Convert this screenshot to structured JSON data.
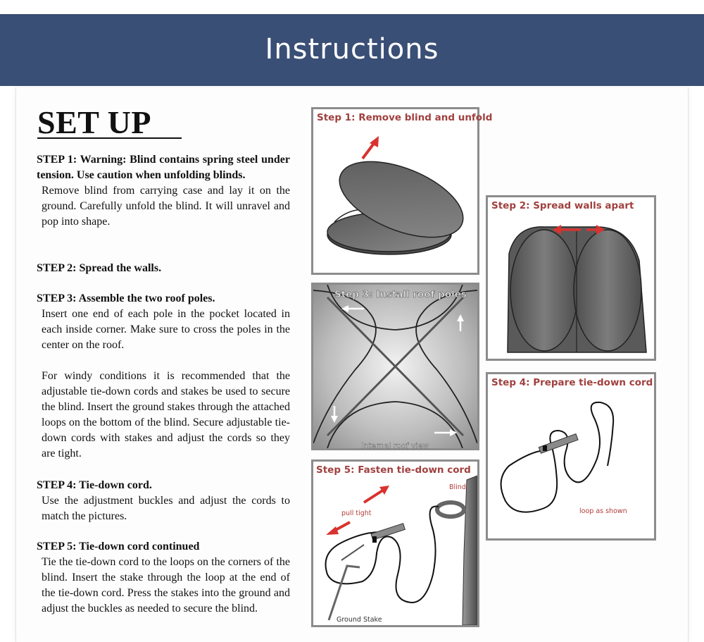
{
  "header": {
    "title": "Instructions"
  },
  "setup": {
    "title": "SET UP",
    "steps": [
      {
        "heading": "STEP 1: Warning: Blind contains spring steel under tension. Use caution when unfolding blinds.",
        "body": "Remove blind from carrying case and lay it on the ground. Carefully unfold the blind. It will unravel and pop into shape."
      },
      {
        "heading": "STEP 2: Spread the walls.",
        "body": ""
      },
      {
        "heading": "STEP 3: Assemble the two roof poles.",
        "body": "Insert one end of each pole in the pocket located in each inside corner. Make sure to cross the poles in the center on the roof.",
        "body2": "For windy conditions it is recommended that the adjustable tie-down cords and stakes be used to secure the blind. Insert the ground stakes through the attached loops on the bottom of the blind. Secure adjustable tie-down cords with stakes and adjust the cords so they are tight."
      },
      {
        "heading": "STEP 4: Tie-down cord.",
        "body": "Use the adjustment buckles and adjust the cords to match the pictures."
      },
      {
        "heading": "STEP 5: Tie-down cord continued",
        "body": "Tie the tie-down cord to the loops on the corners of the blind. Insert the stake through the loop at the end of the tie-down cord. Press the stakes into the ground and adjust the buckles as needed to secure the blind."
      }
    ]
  },
  "figures": {
    "fig1": {
      "caption": "Step 1: Remove blind and unfold"
    },
    "fig2": {
      "caption": "Step 2: Spread walls apart"
    },
    "fig3": {
      "caption": "Step 3: Install roof poles",
      "note": "Internal roof view"
    },
    "fig4": {
      "caption": "Step 4: Prepare tie-down cord",
      "note": "loop as shown"
    },
    "fig5": {
      "caption": "Step 5: Fasten tie-down cord",
      "label_blind": "Blind",
      "label_pull": "pull tight",
      "label_stake": "Ground Stake"
    }
  },
  "colors": {
    "header_bg": "#3a4f76",
    "caption": "#a0413f",
    "arrow": "#d8332f"
  }
}
